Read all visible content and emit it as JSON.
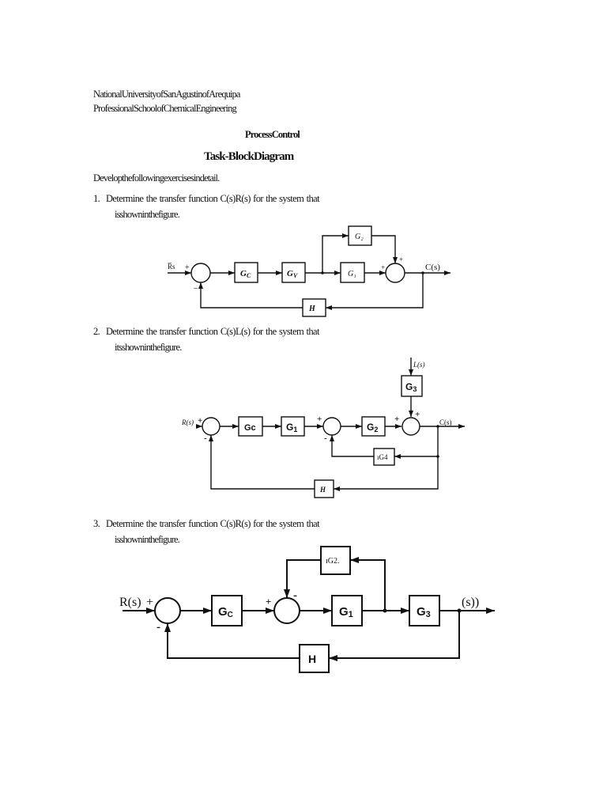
{
  "header": {
    "university": "NationalUniversityofSanAgustinofArequipa",
    "school": "ProfessionalSchoolofChemicalEngineering"
  },
  "course_title": "ProcessControl",
  "task_title": "Task-BlockDiagram",
  "instructions": "Developthefollowingexercisesindetail.",
  "questions": [
    {
      "number": "1.",
      "line1_words": [
        "Determine",
        "the",
        "transfer",
        "function",
        "C(s)R(s)",
        "for",
        "the",
        "system",
        "that"
      ],
      "line2": "isshowninthefigure.",
      "diagram": {
        "input": "R̅s",
        "output": "C(s)",
        "blocks": {
          "gc": "G",
          "gc_sub": "C",
          "gv": "G",
          "gv_sub": "V",
          "g1": "G₁",
          "g2": "G₂",
          "h": "H"
        },
        "signs": {
          "s1_plus": "+",
          "s1_minus": "–",
          "s2_left": "+",
          "s2_top": "+"
        }
      }
    },
    {
      "number": "2.",
      "line1_words": [
        "Determine",
        "the",
        "transfer",
        "function",
        "C(s)L(s)",
        "for",
        "the",
        "system",
        "that"
      ],
      "line2": "itsshowninthefigure.",
      "diagram": {
        "input": "R(s)",
        "disturbance": "L(s)",
        "output": "C(s)",
        "blocks": {
          "g3": "G",
          "g3_sub": "3",
          "gc": "Gc",
          "g1": "G",
          "g1_sub": "1",
          "g2": "G",
          "g2_sub": "2",
          "g4": "ıG4",
          "h": "H"
        },
        "signs": {
          "s1_plus": "+",
          "s1_minus": "-",
          "s2_plus": "+",
          "s2_minus": "-",
          "s3_plus_left": "+",
          "s3_plus_top": "+"
        }
      }
    },
    {
      "number": "3.",
      "line1_words": [
        "Determine",
        "the",
        "transfer",
        "function",
        "C(s)R(s)",
        "for",
        "the",
        "system",
        "that"
      ],
      "line2": "isshowninthefigure.",
      "diagram": {
        "input": "R(s)",
        "output": "(s))",
        "blocks": {
          "g2": "ıG2.",
          "gc": "G",
          "gc_sub": "C",
          "g1": "G",
          "g1_sub": "1",
          "g3": "G",
          "g3_sub": "3",
          "h": "H"
        },
        "signs": {
          "s1_plus": "+",
          "s1_minus": "-",
          "s2_plus": "+",
          "s2_minus": "-"
        }
      }
    }
  ]
}
